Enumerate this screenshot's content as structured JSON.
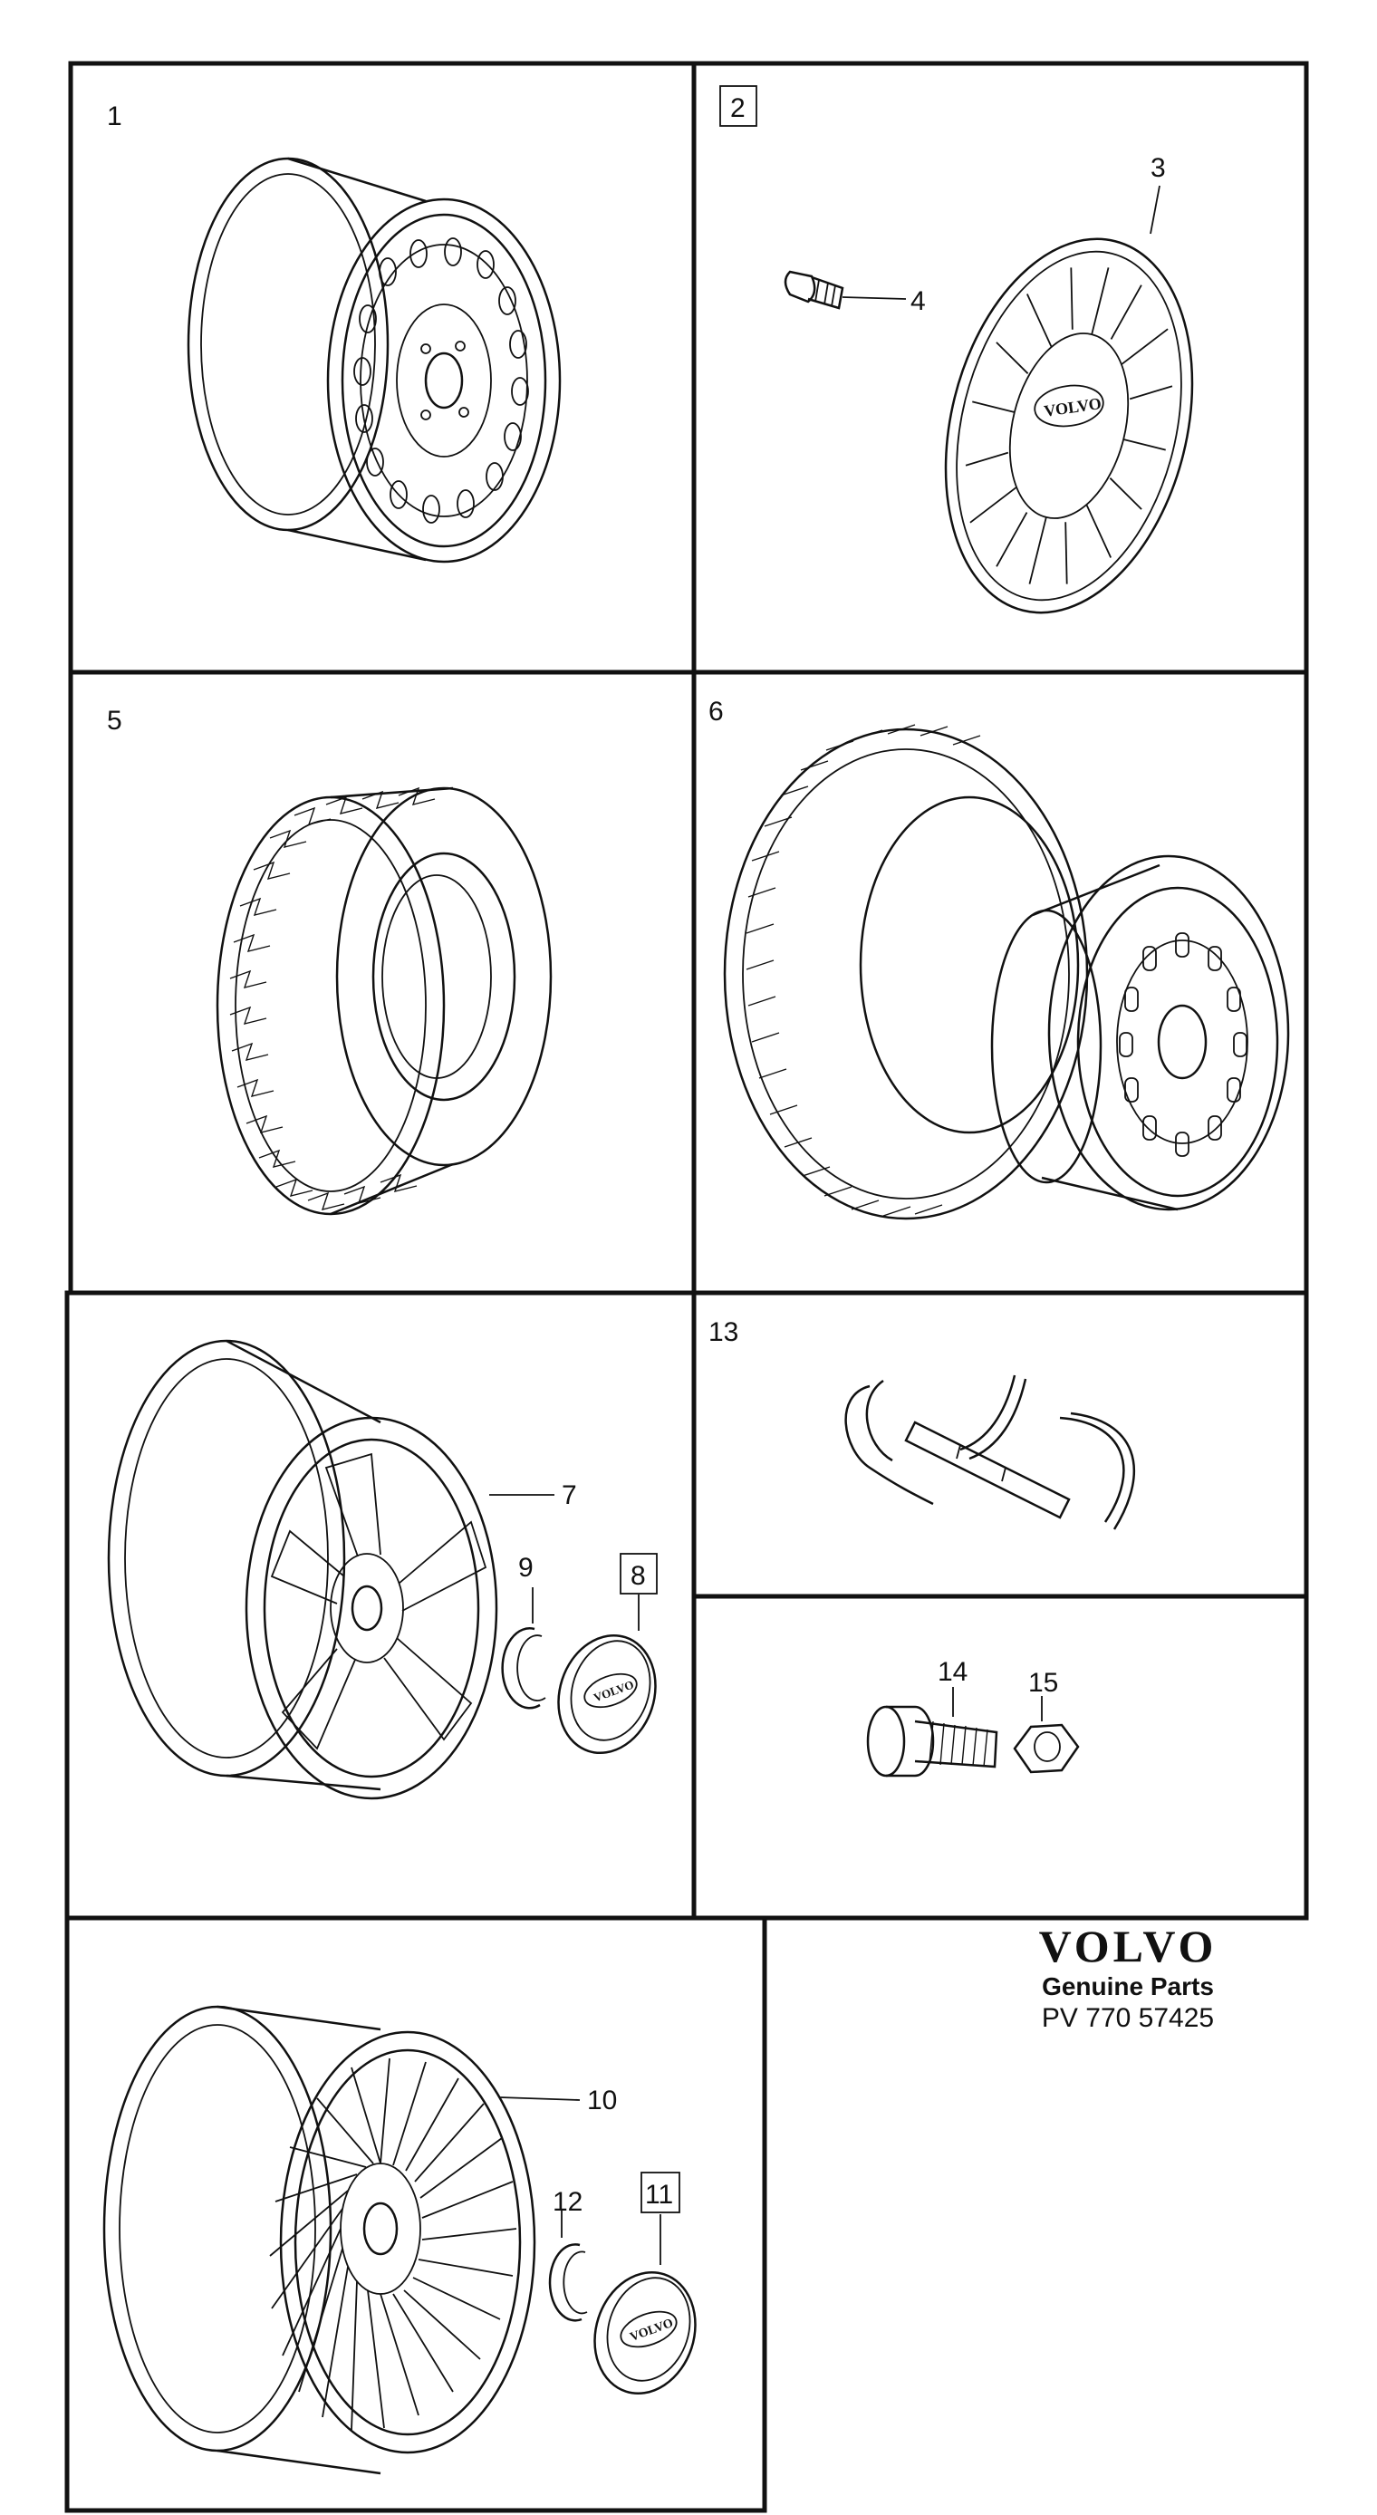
{
  "panels": [
    {
      "id": "p1",
      "label": "1"
    },
    {
      "id": "p2",
      "label": "2",
      "boxed": true
    },
    {
      "id": "p5",
      "label": "5"
    },
    {
      "id": "p6",
      "label": "6"
    },
    {
      "id": "p7",
      "label": ""
    },
    {
      "id": "p13",
      "label": "13"
    },
    {
      "id": "p14",
      "label": ""
    },
    {
      "id": "p10",
      "label": ""
    }
  ],
  "callouts": {
    "c3": "3",
    "c4": "4",
    "c7": "7",
    "c8": "8",
    "c9": "9",
    "c10": "10",
    "c11": "11",
    "c12": "12",
    "c14": "14",
    "c15": "15"
  },
  "hubcap_logo": "VOLVO",
  "brand": {
    "logo": "VOLVO",
    "subtitle": "Genuine Parts",
    "code": "PV 770 57425"
  }
}
